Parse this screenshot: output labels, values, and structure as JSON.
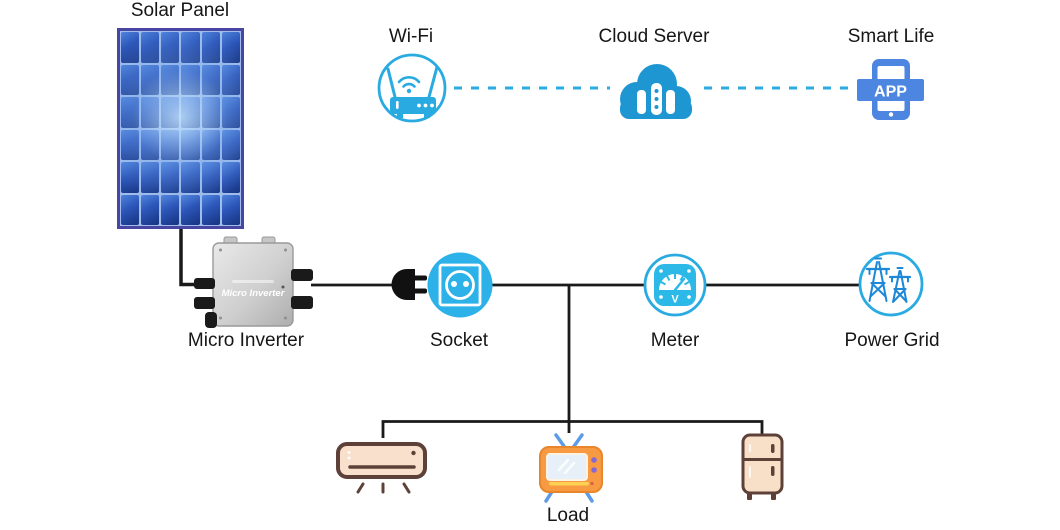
{
  "labels": {
    "solar_panel": "Solar Panel",
    "wifi": "Wi-Fi",
    "cloud_server": "Cloud Server",
    "smart_life": "Smart Life",
    "micro_inverter": "Micro Inverter",
    "socket": "Socket",
    "meter": "Meter",
    "power_grid": "Power Grid",
    "load": "Load"
  },
  "icon_texts": {
    "app_badge": "APP",
    "meter_unit": "V",
    "inverter_device_label": "Micro Inverter"
  },
  "icon_names": [
    "solar-panel-icon",
    "micro-inverter-icon",
    "plug-icon",
    "socket-icon",
    "meter-icon",
    "power-grid-icon",
    "wifi-router-icon",
    "cloud-server-icon",
    "smartphone-app-icon",
    "air-conditioner-icon",
    "tv-icon",
    "refrigerator-icon"
  ],
  "colors": {
    "accent_cyan": "#29ABE2",
    "socket_fill": "#2CB2E8",
    "cloud_blue": "#1E96D2",
    "app_blue": "#4D86E0",
    "grid_tower_blue": "#1E88D8",
    "line_black": "#1A1A1A",
    "panel_frame": "#4946A3",
    "panel_cell_dark": "#17337F",
    "appliance_beige": "#F8DFCB",
    "appliance_brown": "#5D4037",
    "tv_orange": "#F79A42",
    "antenna_blue": "#5B9BE8"
  }
}
